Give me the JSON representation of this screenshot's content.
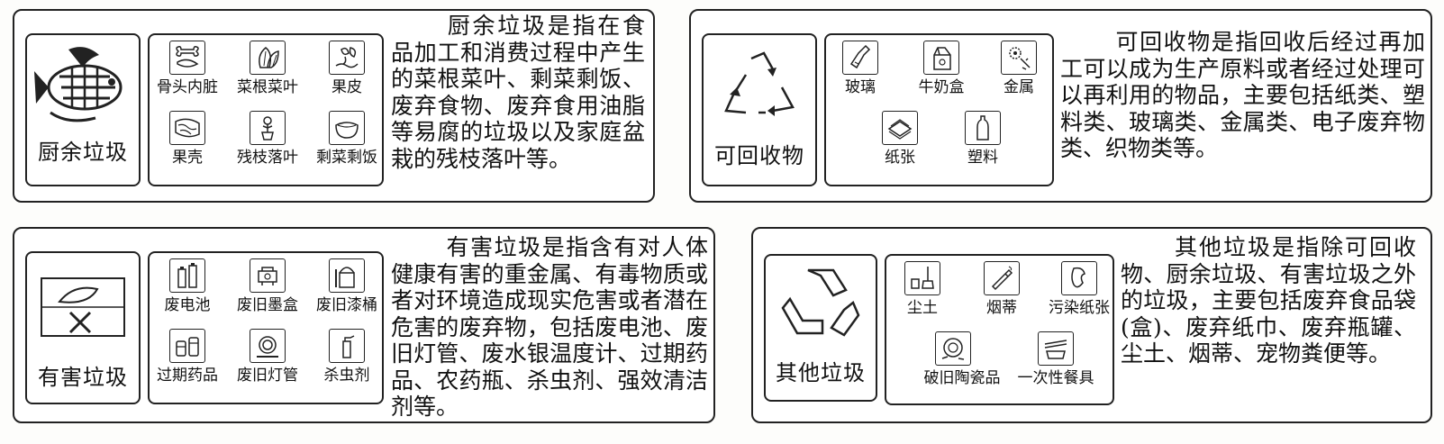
{
  "panels": {
    "food": {
      "category": "厨余垃圾",
      "items": [
        {
          "label": "骨头内脏",
          "icon": "bone-icon"
        },
        {
          "label": "菜根菜叶",
          "icon": "vegetable-leaf-icon"
        },
        {
          "label": "果皮",
          "icon": "fruit-peel-icon"
        },
        {
          "label": "果壳",
          "icon": "nut-shell-icon"
        },
        {
          "label": "残枝落叶",
          "icon": "potted-plant-icon"
        },
        {
          "label": "剩菜剩饭",
          "icon": "leftover-bowl-icon"
        }
      ],
      "description": "厨余垃圾是指在食品加工和消费过程中产生的菜根菜叶、剩菜剩饭、废弃食物、废弃食用油脂等易腐的垃圾以及家庭盆栽的残枝落叶等。"
    },
    "recyclable": {
      "category": "可回收物",
      "items": [
        {
          "label": "玻璃",
          "icon": "glass-bottle-icon"
        },
        {
          "label": "牛奶盒",
          "icon": "milk-carton-icon"
        },
        {
          "label": "金属",
          "icon": "metal-gear-icon"
        },
        {
          "label": "纸张",
          "icon": "paper-stack-icon"
        },
        {
          "label": "塑料",
          "icon": "plastic-bottle-icon"
        }
      ],
      "description": "可回收物是指回收后经过再加工可以成为生产原料或者经过处理可以再利用的物品，主要包括纸类、塑料类、玻璃类、金属类、电子废弃物类、织物类等。"
    },
    "hazardous": {
      "category": "有害垃圾",
      "items": [
        {
          "label": "废电池",
          "icon": "battery-icon"
        },
        {
          "label": "废旧墨盒",
          "icon": "ink-cartridge-icon"
        },
        {
          "label": "废旧漆桶",
          "icon": "paint-bucket-icon"
        },
        {
          "label": "过期药品",
          "icon": "medicine-icon"
        },
        {
          "label": "废旧灯管",
          "icon": "lamp-tube-icon"
        },
        {
          "label": "杀虫剂",
          "icon": "spray-can-icon"
        }
      ],
      "description": "有害垃圾是指含有对人体健康有害的重金属、有毒物质或者对环境造成现实危害或者潜在危害的废弃物，包括废电池、废旧灯管、废水银温度计、过期药品、农药瓶、杀虫剂、强效清洁剂等。"
    },
    "other": {
      "category": "其他垃圾",
      "items": [
        {
          "label": "尘土",
          "icon": "dust-broom-icon"
        },
        {
          "label": "烟蒂",
          "icon": "cigarette-icon"
        },
        {
          "label": "污染纸张",
          "icon": "dirty-paper-icon"
        },
        {
          "label": "破旧陶瓷品",
          "icon": "broken-ceramic-icon"
        },
        {
          "label": "一次性餐具",
          "icon": "disposable-tableware-icon"
        }
      ],
      "description": "其他垃圾是指除可回收物、厨余垃圾、有害垃圾之外的垃圾，主要包括废弃食品袋(盒)、废弃纸巾、废弃瓶罐、尘土、烟蒂、宠物粪便等。"
    }
  }
}
